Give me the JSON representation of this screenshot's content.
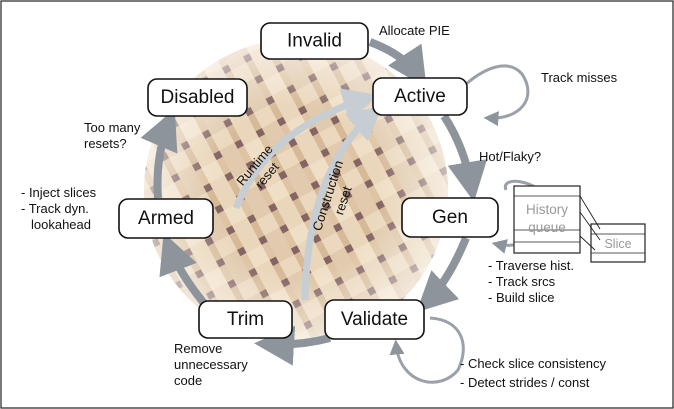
{
  "states": {
    "invalid": "Invalid",
    "active": "Active",
    "disabled": "Disabled",
    "gen": "Gen",
    "armed": "Armed",
    "trim": "Trim",
    "validate": "Validate"
  },
  "transitions": {
    "allocate": "Allocate PIE",
    "track_misses": "Track misses",
    "hot_flaky": "Hot/Flaky?",
    "too_many_resets": [
      "Too many",
      "resets?"
    ],
    "runtime_reset": [
      "Runtime",
      "reset"
    ],
    "construction_reset": [
      "Construction",
      "reset"
    ]
  },
  "notes": {
    "armed": [
      "- Inject slices",
      "- Track dyn.",
      "  lookahead"
    ],
    "gen": [
      "- Traverse hist.",
      "- Track srcs",
      "- Build slice"
    ],
    "trim": [
      "Remove",
      "unnecessary",
      "code"
    ],
    "validate": [
      "- Check slice consistency",
      "- Detect strides / const"
    ]
  },
  "history_queue": [
    "History",
    "queue"
  ],
  "slice_label": "Slice"
}
